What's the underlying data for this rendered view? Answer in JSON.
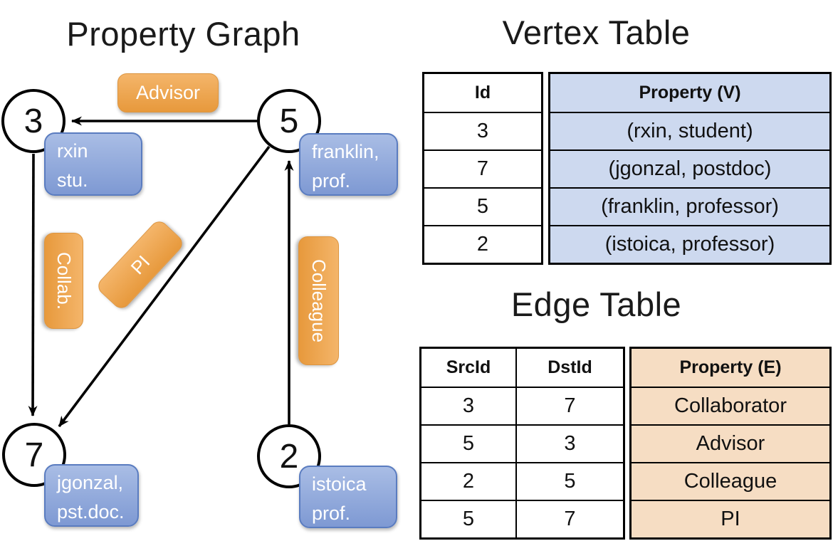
{
  "graph": {
    "title": "Property Graph",
    "nodes": [
      {
        "id": "3",
        "label_lines": [
          "rxin",
          "stu."
        ]
      },
      {
        "id": "5",
        "label_lines": [
          "franklin,",
          "prof."
        ]
      },
      {
        "id": "7",
        "label_lines": [
          "jgonzal,",
          "pst.doc."
        ]
      },
      {
        "id": "2",
        "label_lines": [
          "istoica",
          "prof."
        ]
      }
    ],
    "edges": [
      {
        "from": "5",
        "to": "3",
        "label": "Advisor"
      },
      {
        "from": "3",
        "to": "7",
        "label": "Collab."
      },
      {
        "from": "5",
        "to": "7",
        "label": "PI"
      },
      {
        "from": "2",
        "to": "5",
        "label": "Colleague"
      }
    ]
  },
  "vertex_table": {
    "title": "Vertex Table",
    "columns": [
      "Id",
      "Property (V)"
    ],
    "rows": [
      [
        "3",
        "(rxin, student)"
      ],
      [
        "7",
        "(jgonzal, postdoc)"
      ],
      [
        "5",
        "(franklin, professor)"
      ],
      [
        "2",
        "(istoica, professor)"
      ]
    ]
  },
  "edge_table": {
    "title": "Edge Table",
    "columns": [
      "SrcId",
      "DstId",
      "Property (E)"
    ],
    "rows": [
      [
        "3",
        "7",
        "Collaborator"
      ],
      [
        "5",
        "3",
        "Advisor"
      ],
      [
        "2",
        "5",
        "Colleague"
      ],
      [
        "5",
        "7",
        "PI"
      ]
    ]
  },
  "colors": {
    "node_fill": "#ffffff",
    "node_border": "#000000",
    "vertex_property_box_top": "#a9bde5",
    "vertex_property_box_bottom": "#7e99d3",
    "vertex_property_box_border": "#5a7cc0",
    "edge_pill_top": "#f4b56a",
    "edge_pill_bottom": "#e7993c",
    "vertex_table_property_bg": "#cdd9ef",
    "edge_table_property_bg": "#f6ddc3",
    "table_border": "#000000",
    "title_text": "#1a1a1a",
    "pill_text": "#ffffff"
  }
}
